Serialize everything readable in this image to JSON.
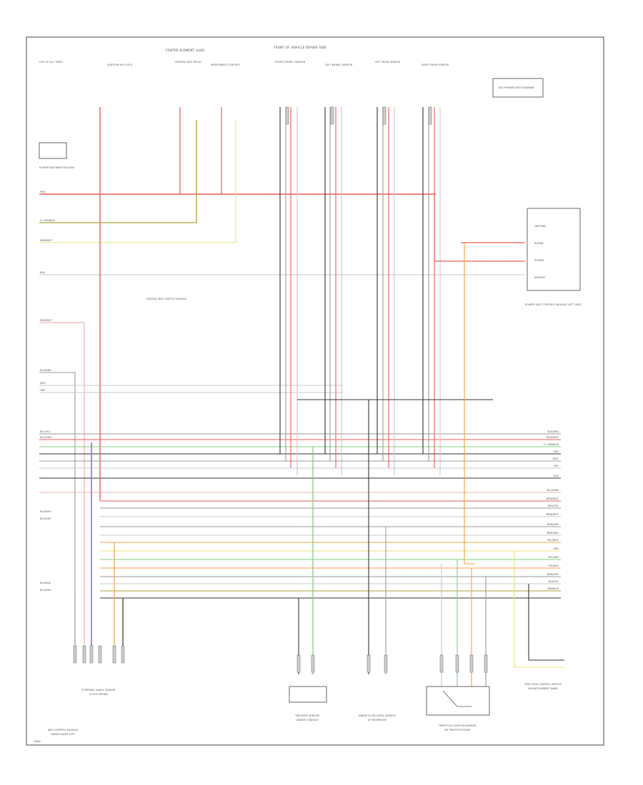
{
  "diagram": {
    "header_left": "CENTER ELEMENT (LHD)",
    "header_right": "FRONT OF VEHICLE DRIVER SIDE",
    "page_id": "G6A5"
  },
  "colors": {
    "red": "#ef5a5a",
    "orange": "#f5a04a",
    "yellow": "#e9e07a",
    "olive": "#a8a23a",
    "green": "#7ed37a",
    "purple": "#9b6ad6",
    "grey": "#9a9a9a",
    "dark": "#333333",
    "light": "#c8c8c8",
    "pink": "#f3b5b5"
  },
  "left_labels": [
    "RED",
    "LT GRN/BLK",
    "BRN/WHT",
    "BLK",
    "RED/WHT",
    "BLU/BRN",
    "WHT",
    "GRY",
    "BLU/YEL",
    "BLU/GRN",
    "BLU/WHT",
    "BLU/GRY",
    "BLU/BLK",
    "BLU/RED"
  ],
  "right_labels": [
    "BLU/RED",
    "RED/WHT",
    "LT GRN/BLK",
    "GRY",
    "WHT",
    "GRY",
    "BLK",
    "BLU/GRN",
    "BRN/WHT",
    "RED/YEL",
    "BRN/WHT",
    "BRN/GRY",
    "BRN/RED",
    "YEL/WHT",
    "GRN",
    "YEL/GRY",
    "YEL/BLU",
    "BRN/GRY",
    "BLK/YEL",
    "BRN/BLK"
  ],
  "top_components": [
    {
      "label": "HOT AT ALL TIMES"
    },
    {
      "label": "IGNITION KEY LOCK"
    },
    {
      "label": "HEATED SEAT RELAY"
    },
    {
      "label": "RESISTANCE CONTROL"
    },
    {
      "label": "FRONT WHEEL SENSOR"
    },
    {
      "label": "LEFT WHEEL SENSOR"
    },
    {
      "label": "LEFT REAR SENSOR"
    },
    {
      "label": "RIGHT REAR SENSOR"
    }
  ],
  "side_components": {
    "power_distribution": "POWER DISTRIBUTION BOX",
    "heated_seat_switch": "HEATED SEAT SWITCH MODULE",
    "right_module_lines": [
      "GROUND",
      "SIGNAL",
      "POWER",
      "SENSOR"
    ],
    "right_module_caption": "POWER SEAT CONTROL MODULE LEFT SEAT",
    "reference_box": "SEE POWER SEAT DIAGRAM"
  },
  "bottom_components": [
    {
      "label": "STEERING ANGLE SENSOR",
      "sub": "CLOCK SPRING"
    },
    {
      "label": "YAW RATE SENSOR",
      "sub": "UNDER CONSOLE"
    },
    {
      "label": "BRAKE FLUID LEVEL SENSOR",
      "sub": "AT RESERVOIR"
    },
    {
      "label": "THROTTLE POSITION SENSOR",
      "sub": "ON THROTTLE BODY"
    },
    {
      "label": "TRACTION CONTROL SWITCH",
      "sub": "ON INSTRUMENT PANEL"
    },
    {
      "label": "ABS CONTROL MODULE",
      "sub": "UNDER DASH LEFT"
    }
  ]
}
